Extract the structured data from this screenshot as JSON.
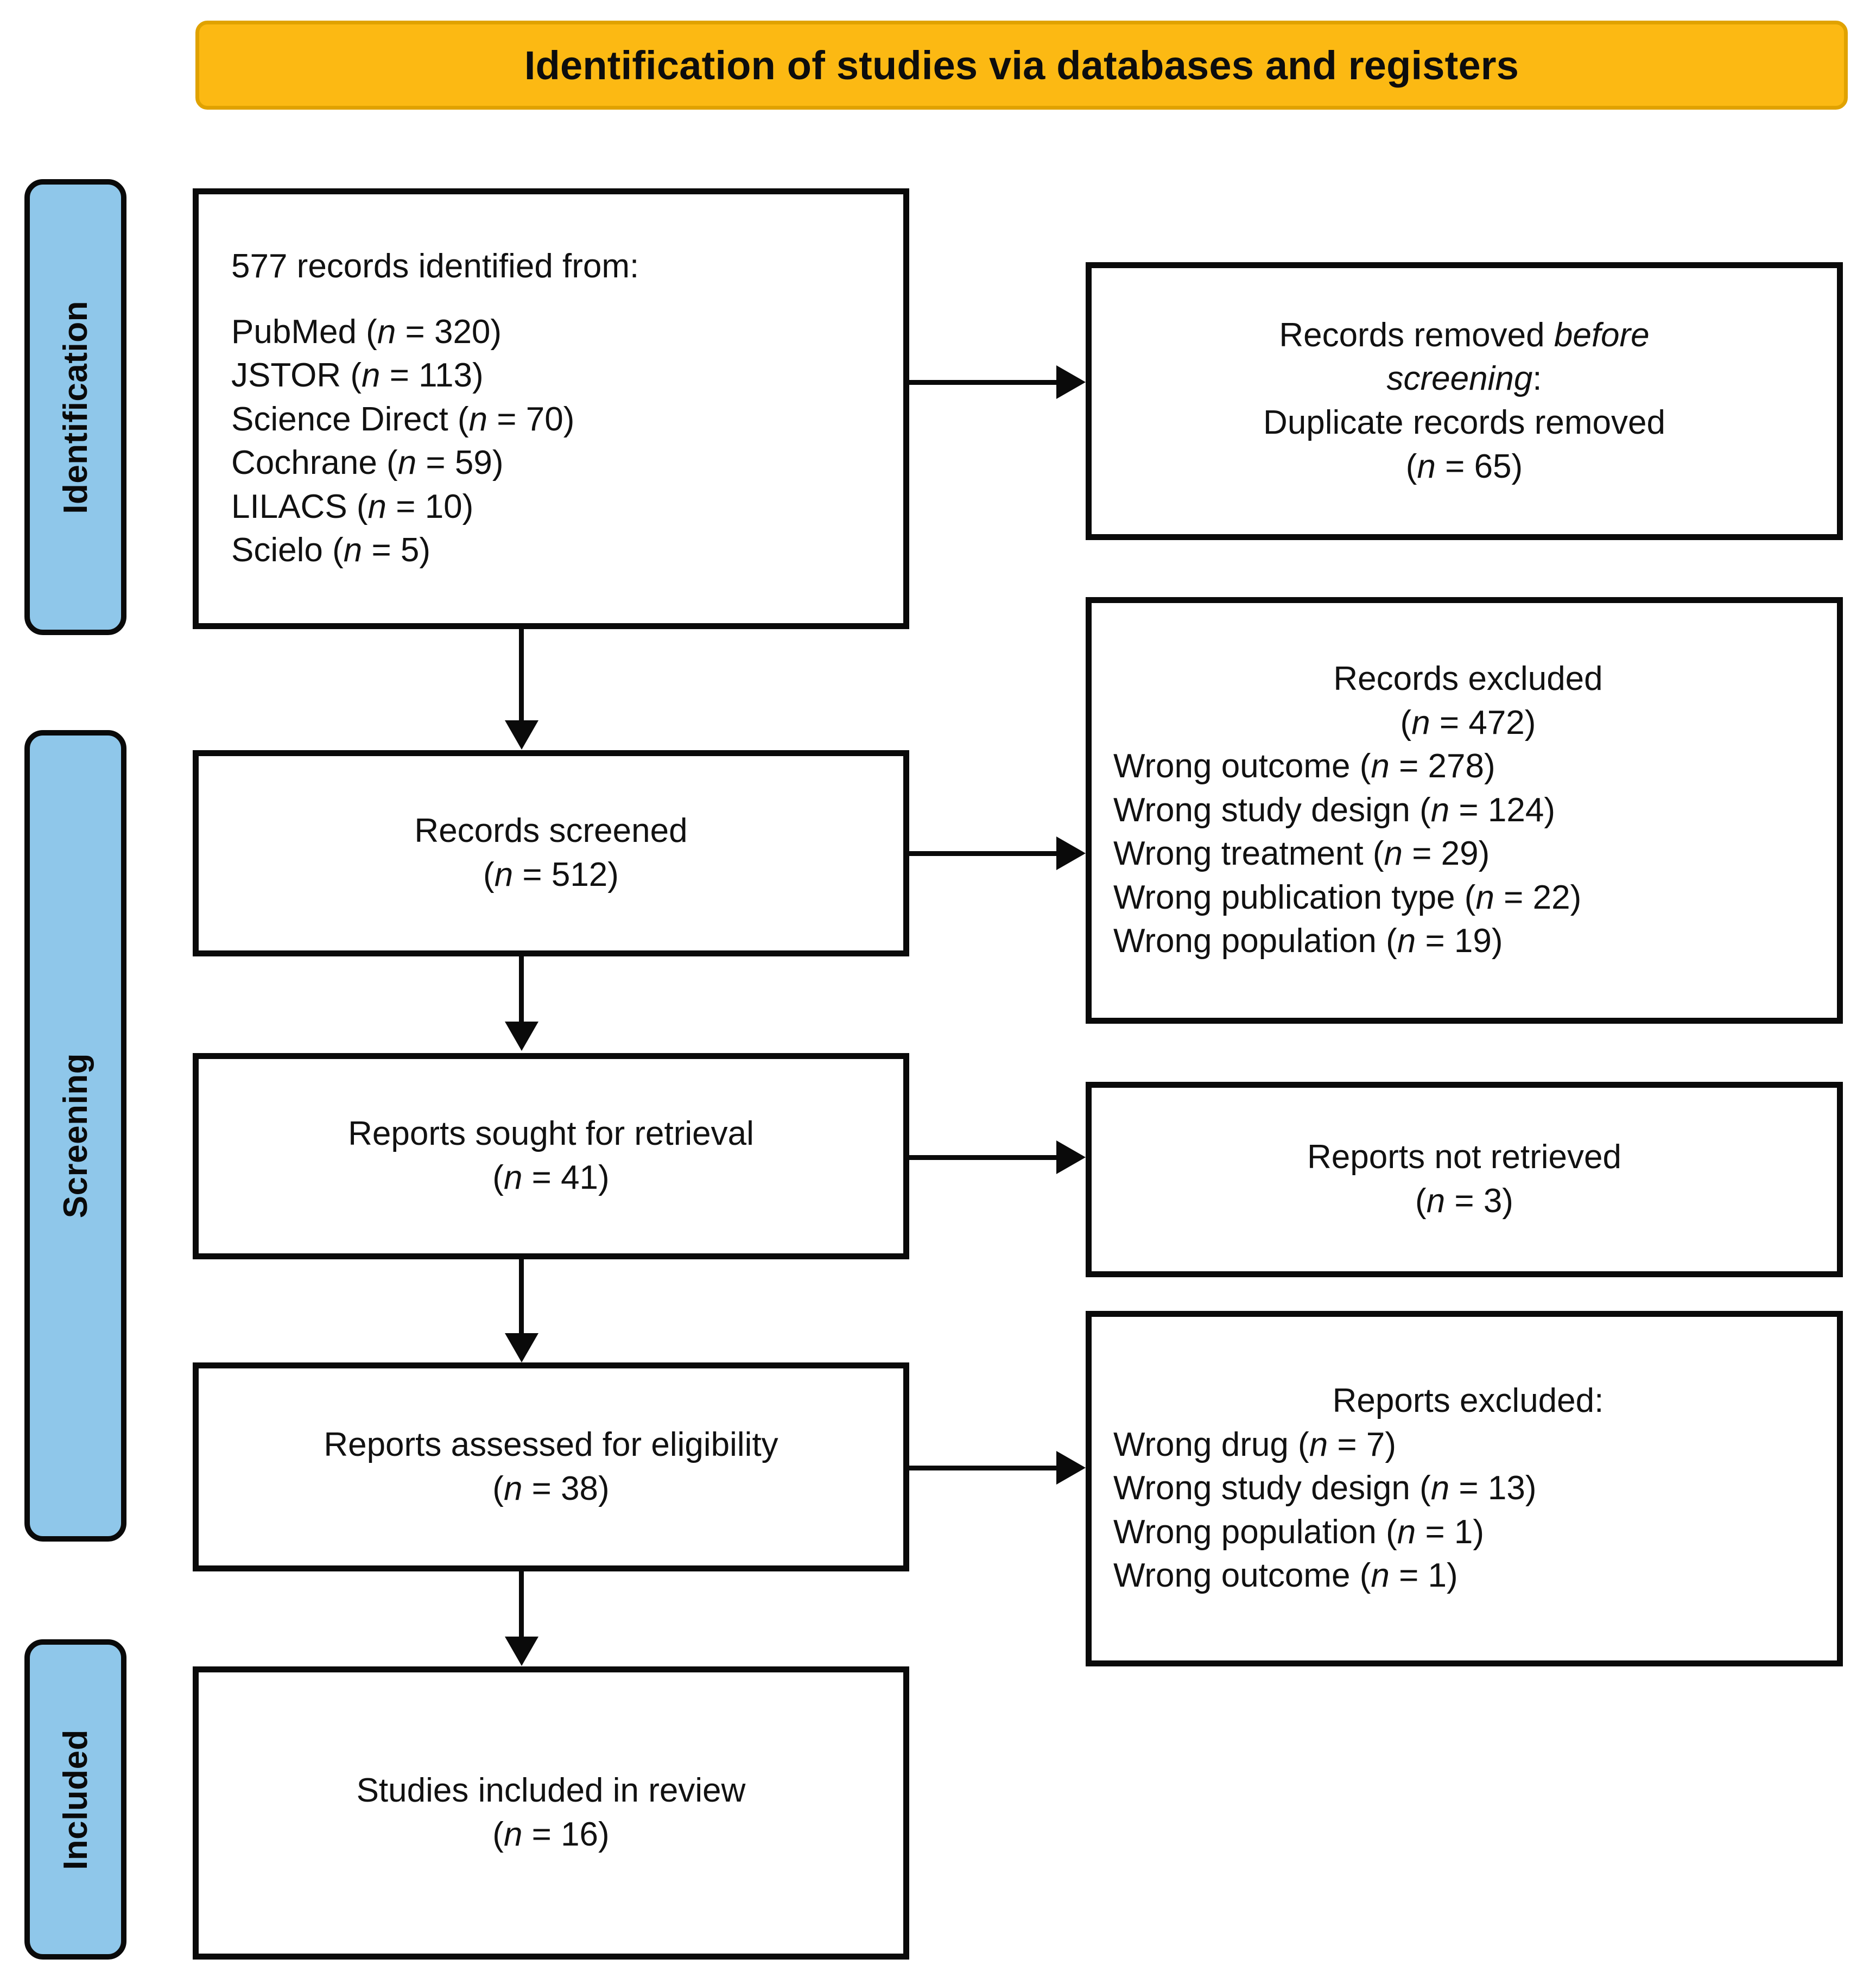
{
  "banner": {
    "title": "Identification of studies via databases and registers"
  },
  "stages": [
    {
      "label": "Identification"
    },
    {
      "label": "Screening"
    },
    {
      "label": "Included"
    }
  ],
  "boxes": {
    "identified": {
      "heading": "577 records identified from:",
      "sources": [
        {
          "name": "PubMed",
          "n": "320",
          "text": "PubMed (n = 320)"
        },
        {
          "name": "JSTOR",
          "n": "113",
          "text": "JSTOR (n = 113)"
        },
        {
          "name": "Science Direct",
          "n": "70",
          "text": "Science Direct (n = 70)"
        },
        {
          "name": "Cochrane",
          "n": "59",
          "text": "Cochrane (n = 59)"
        },
        {
          "name": "LILACS",
          "n": "10",
          "text": "LILACS (n = 10)"
        },
        {
          "name": "Scielo",
          "n": "5",
          "text": "Scielo (n = 5)"
        }
      ]
    },
    "removed_before_screening": {
      "line1_plain": "Records removed ",
      "line1_italic": "before",
      "line2_italic": "screening",
      "line2_plain": ":",
      "line3": "Duplicate records removed",
      "count": "(n = 65)"
    },
    "records_screened": {
      "label": "Records screened",
      "count": "(n = 512)"
    },
    "records_excluded": {
      "label": "Records excluded",
      "count": "(n = 472)",
      "reasons": [
        {
          "reason": "Wrong outcome",
          "n": "278",
          "text": "Wrong outcome (n = 278)"
        },
        {
          "reason": "Wrong study design",
          "n": "124",
          "text": "Wrong study design (n = 124)"
        },
        {
          "reason": "Wrong treatment",
          "n": "29",
          "text": "Wrong treatment (n = 29)"
        },
        {
          "reason": "Wrong publication type",
          "n": "22",
          "text": "Wrong publication type (n = 22)"
        },
        {
          "reason": "Wrong population",
          "n": "19",
          "text": "Wrong population (n = 19)"
        }
      ]
    },
    "reports_sought": {
      "label": "Reports sought for retrieval",
      "count": "(n = 41)"
    },
    "reports_not_retrieved": {
      "label": "Reports not retrieved",
      "count": "(n = 3)"
    },
    "reports_assessed": {
      "label": "Reports assessed for eligibility",
      "count": "(n = 38)"
    },
    "reports_excluded": {
      "label": "Reports excluded:",
      "reasons": [
        {
          "reason": "Wrong drug",
          "n": "7",
          "text": "Wrong drug (n = 7)"
        },
        {
          "reason": "Wrong study design",
          "n": "13",
          "text": "Wrong study design (n = 13)"
        },
        {
          "reason": "Wrong population",
          "n": "1",
          "text": "Wrong population (n = 1)"
        },
        {
          "reason": "Wrong outcome",
          "n": "1",
          "text": "Wrong outcome (n = 1)"
        }
      ]
    },
    "studies_included": {
      "label": "Studies included in review",
      "count": "(n = 16)"
    }
  },
  "colors": {
    "banner_fill": "#FCB913",
    "banner_border": "#E0A200",
    "stage_fill": "#8FC7EA",
    "outline": "#0a0a0a",
    "text": "#111111"
  }
}
